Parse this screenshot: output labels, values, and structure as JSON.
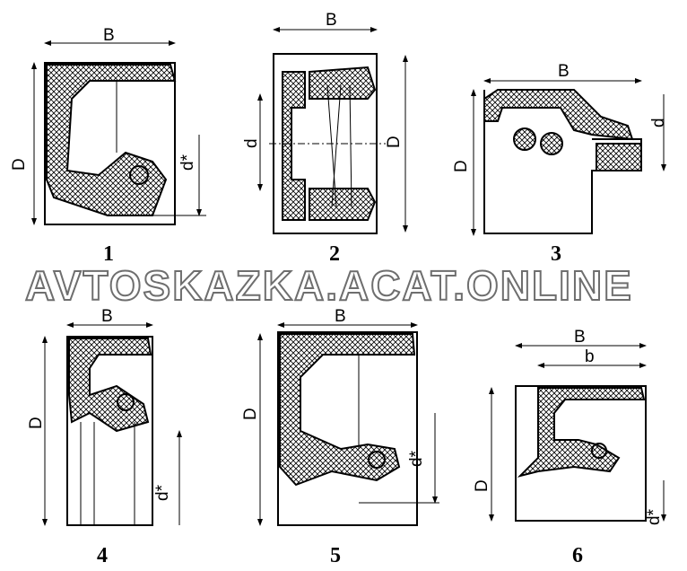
{
  "figures": [
    {
      "number": "1",
      "labels": [
        "B",
        "D",
        "d*"
      ]
    },
    {
      "number": "2",
      "labels": [
        "B",
        "d",
        "D"
      ]
    },
    {
      "number": "3",
      "labels": [
        "B",
        "d",
        "D"
      ]
    },
    {
      "number": "4",
      "labels": [
        "B",
        "D",
        "d*"
      ]
    },
    {
      "number": "5",
      "labels": [
        "B",
        "D",
        "d*"
      ]
    },
    {
      "number": "6",
      "labels": [
        "B",
        "b",
        "D",
        "d*"
      ]
    }
  ],
  "watermark": "AVTOSKAZKA.ACAT.ONLINE",
  "colors": {
    "line": "#000000",
    "background": "#ffffff"
  }
}
